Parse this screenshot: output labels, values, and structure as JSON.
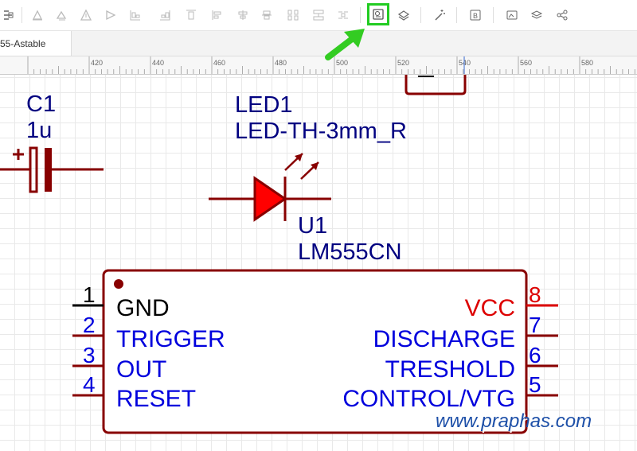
{
  "tab": {
    "title": "55-Astable"
  },
  "ruler": {
    "ticks": [
      "420",
      "440",
      "460",
      "480",
      "500",
      "520",
      "540",
      "560",
      "580"
    ]
  },
  "toolbar": {
    "icons": [
      "align-left-icon",
      "align-center-icon",
      "align-right-icon",
      "align-top-icon",
      "align-middle-icon",
      "align-bottom-icon",
      "distribute-horizontal-icon",
      "distribute-vertical-icon",
      "rotate-icon",
      "flip-icon",
      "highlighted-net-icon",
      "layer-up-icon",
      "magic-wand-icon",
      "bom-icon",
      "image-icon",
      "layers-icon",
      "share-icon"
    ],
    "accent_color": "#22cc22"
  },
  "schematic": {
    "c1": {
      "designator": "C1",
      "value": "1u"
    },
    "led1": {
      "designator": "LED1",
      "value": "LED-TH-3mm_R"
    },
    "u1": {
      "designator": "U1",
      "value": "LM555CN",
      "left_pins": [
        {
          "num": "1",
          "name": "GND"
        },
        {
          "num": "2",
          "name": "TRIGGER"
        },
        {
          "num": "3",
          "name": "OUT"
        },
        {
          "num": "4",
          "name": "RESET"
        }
      ],
      "right_pins": [
        {
          "num": "8",
          "name": "VCC"
        },
        {
          "num": "7",
          "name": "DISCHARGE"
        },
        {
          "num": "6",
          "name": "TRESHOLD"
        },
        {
          "num": "5",
          "name": "CONTROL/VTG"
        }
      ]
    },
    "colors": {
      "part": "#880000",
      "text": "#000080",
      "pin": "#0000dd",
      "power": "#dd0000",
      "led_fill": "#ff0000"
    }
  },
  "watermark": "www.praphas.com"
}
